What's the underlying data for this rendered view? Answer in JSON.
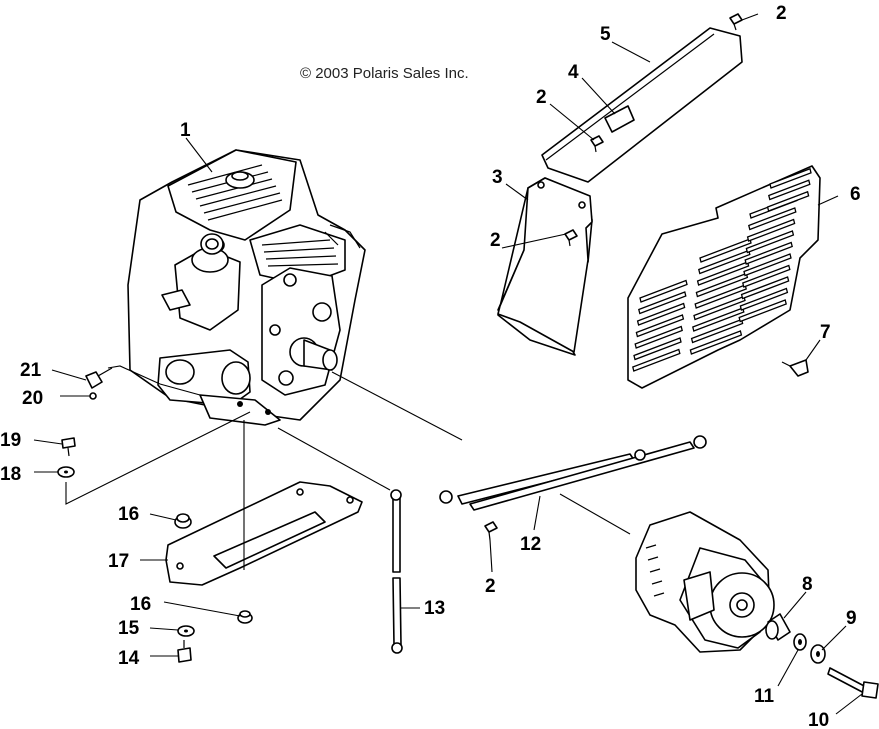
{
  "copyright": "© 2003 Polaris Sales Inc.",
  "callouts": {
    "c1": "1",
    "c2a": "2",
    "c2b": "2",
    "c2c": "2",
    "c2d": "2",
    "c3": "3",
    "c4": "4",
    "c5": "5",
    "c6": "6",
    "c7": "7",
    "c8": "8",
    "c9": "9",
    "c10": "10",
    "c11": "11",
    "c12": "12",
    "c13": "13",
    "c14": "14",
    "c15": "15",
    "c16a": "16",
    "c16b": "16",
    "c17": "17",
    "c18": "18",
    "c19": "19",
    "c20": "20",
    "c21": "21"
  }
}
